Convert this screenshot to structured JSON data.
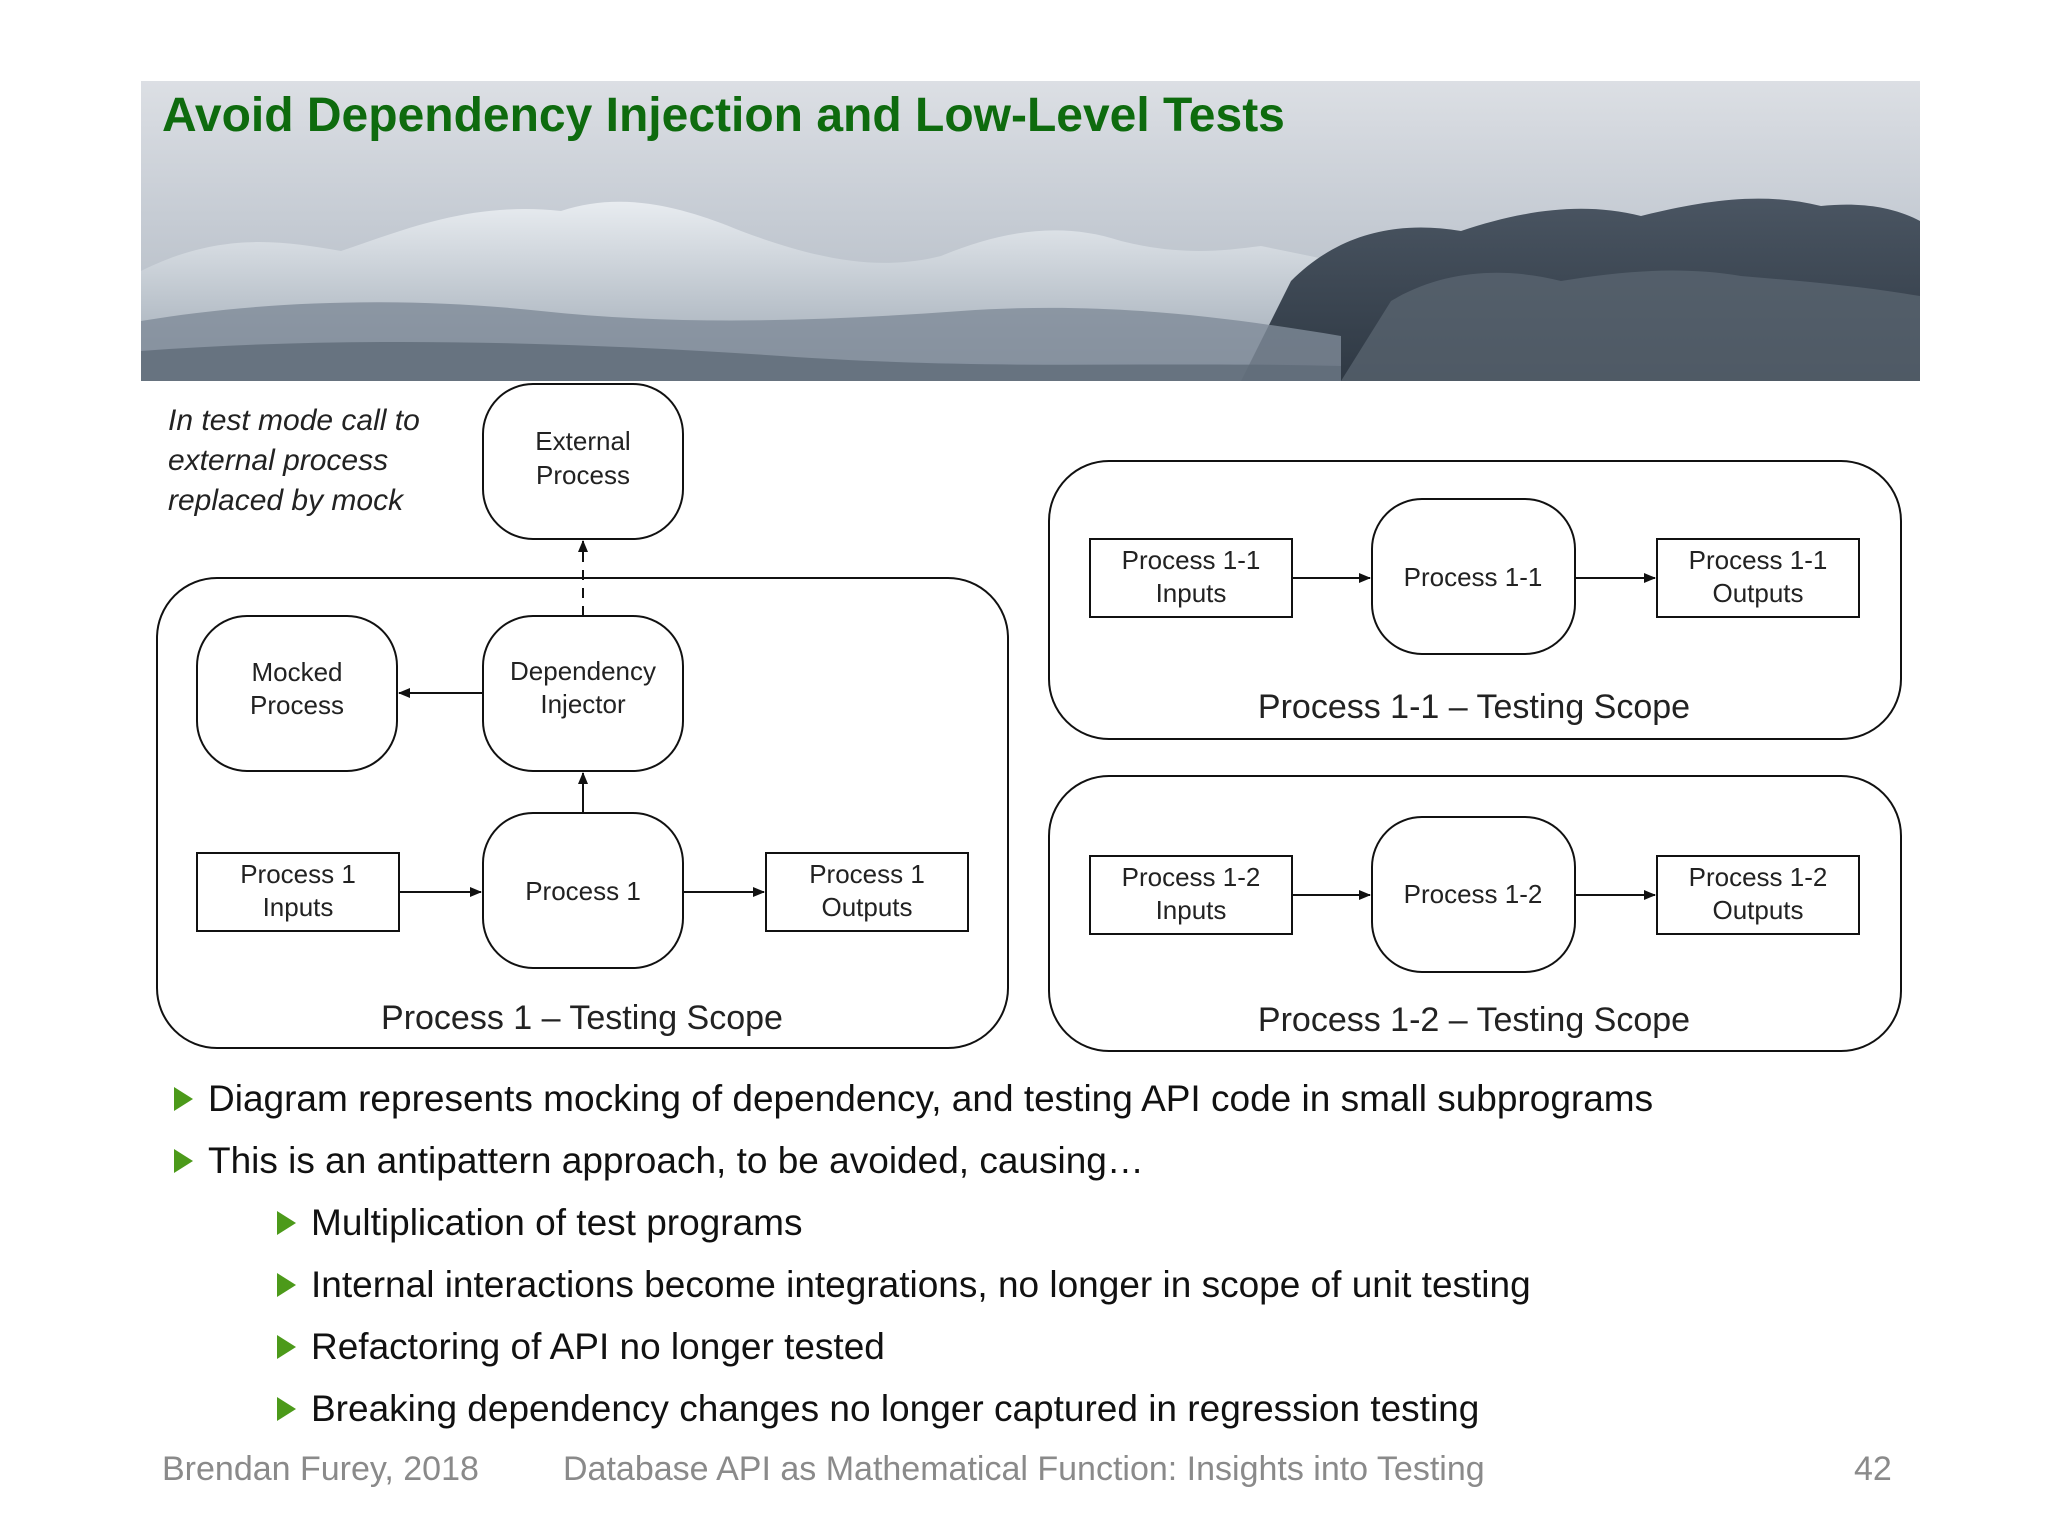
{
  "slide": {
    "title": "Avoid Dependency Injection and Low-Level Tests",
    "title_color": "#0e6b0e",
    "bullet_color": "#4c9a1a"
  },
  "diagram": {
    "annotation": [
      "In test mode call to",
      "external process",
      "replaced by mock"
    ],
    "left_scope": {
      "label": "Process 1 – Testing Scope",
      "nodes": {
        "external_process": [
          "External",
          "Process"
        ],
        "mocked_process": [
          "Mocked",
          "Process"
        ],
        "dependency_injector": [
          "Dependency",
          "Injector"
        ],
        "process": [
          "Process 1"
        ],
        "inputs": [
          "Process 1",
          "Inputs"
        ],
        "outputs": [
          "Process 1",
          "Outputs"
        ]
      }
    },
    "scope_1_1": {
      "label": "Process 1-1 – Testing Scope",
      "inputs": [
        "Process 1-1",
        "Inputs"
      ],
      "process": [
        "Process 1-1"
      ],
      "outputs": [
        "Process 1-1",
        "Outputs"
      ]
    },
    "scope_1_2": {
      "label": "Process 1-2 – Testing Scope",
      "inputs": [
        "Process 1-2",
        "Inputs"
      ],
      "process": [
        "Process 1-2"
      ],
      "outputs": [
        "Process 1-2",
        "Outputs"
      ]
    }
  },
  "bullets": [
    {
      "level": 1,
      "text": "Diagram represents mocking of dependency, and testing API code in small subprograms"
    },
    {
      "level": 1,
      "text": "This is an antipattern approach, to be avoided, causing…"
    },
    {
      "level": 2,
      "text": "Multiplication of test programs"
    },
    {
      "level": 2,
      "text": "Internal interactions become integrations, no longer in scope of unit testing"
    },
    {
      "level": 2,
      "text": "Refactoring of API no longer tested"
    },
    {
      "level": 2,
      "text": "Breaking dependency changes no longer captured in regression testing"
    }
  ],
  "footer": {
    "author": "Brendan Furey, 2018",
    "talk_title": "Database API as Mathematical Function: Insights into Testing",
    "page_number": "42"
  }
}
